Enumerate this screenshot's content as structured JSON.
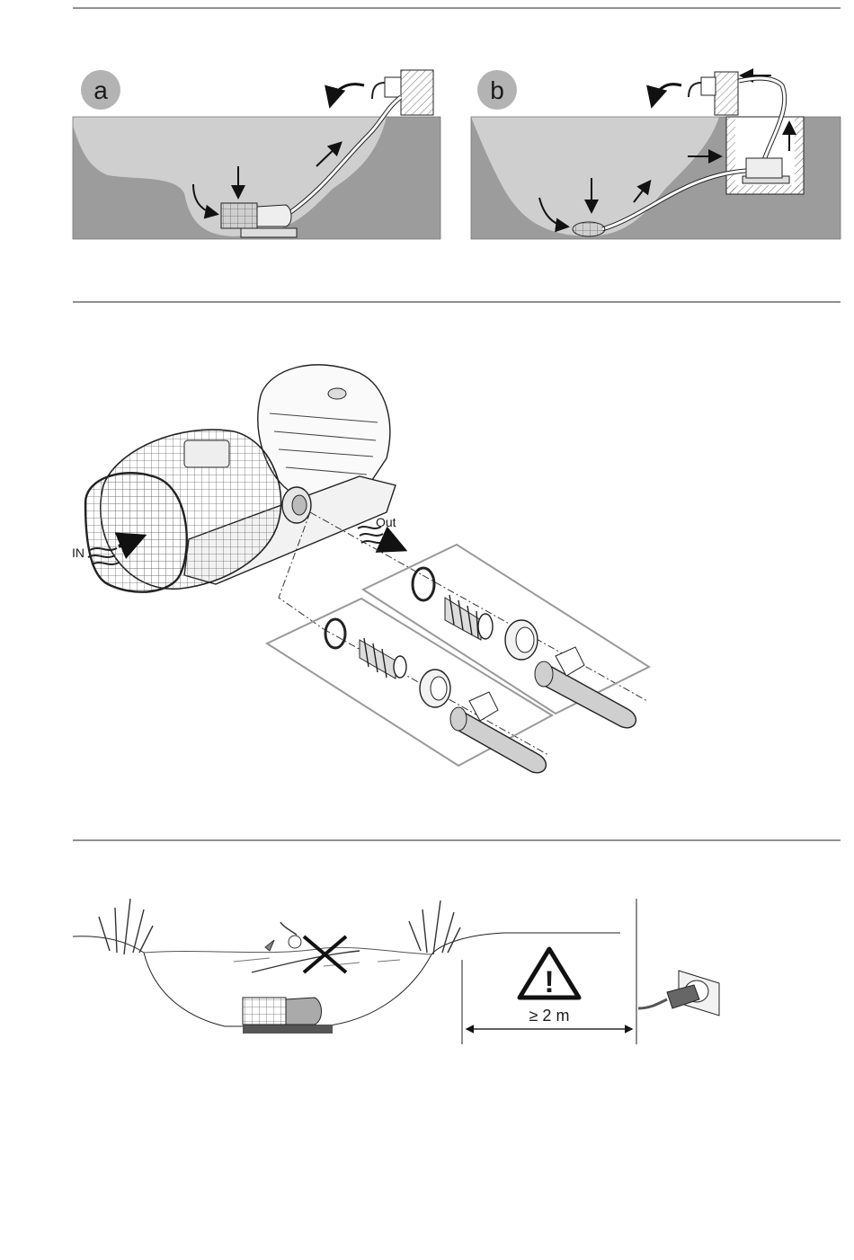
{
  "section_a": {
    "badge": "a",
    "colors": {
      "ground": "#9a9a9a",
      "water": "#c9c9c9",
      "badge": "#b3b3b3"
    }
  },
  "section_b": {
    "badge": "b"
  },
  "pump_detail": {
    "inlet_label": "IN",
    "outlet_label": "Out"
  },
  "safety": {
    "distance_label": "≥ 2 m",
    "warning_symbol": "!",
    "icons": [
      "no-swimming-icon",
      "warning-triangle-icon",
      "power-socket-icon"
    ]
  }
}
